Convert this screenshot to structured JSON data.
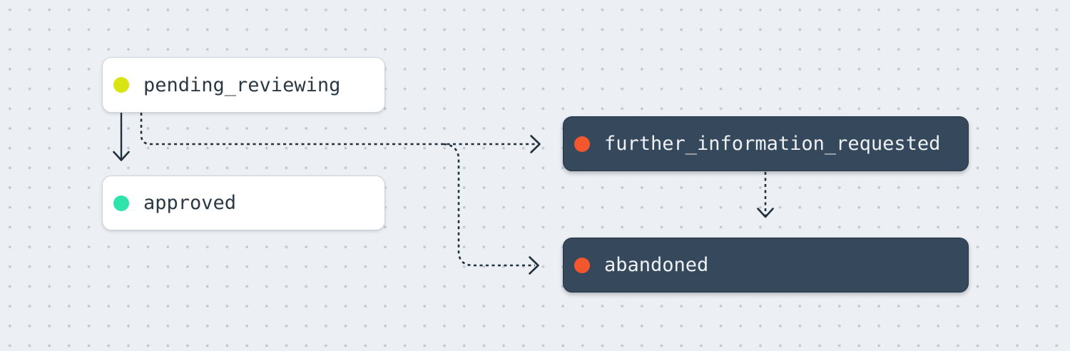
{
  "diagram": {
    "type": "state-flow",
    "canvas": {
      "background_color": "#eceff3",
      "grid_dot_color": "#c3c8d1",
      "edge_color": "#20303d"
    },
    "colors": {
      "node_light_bg": "#ffffff",
      "node_light_text": "#2b3945",
      "node_dark_bg": "#36485b",
      "node_dark_text": "#eef1f4"
    },
    "nodes": [
      {
        "id": "pending_reviewing",
        "label": "pending_reviewing",
        "variant": "light",
        "dot_color": "#d9e412"
      },
      {
        "id": "approved",
        "label": "approved",
        "variant": "light",
        "dot_color": "#2fe3ad"
      },
      {
        "id": "further_information_requested",
        "label": "further_information_requested",
        "variant": "dark",
        "dot_color": "#f4572e"
      },
      {
        "id": "abandoned",
        "label": "abandoned",
        "variant": "dark",
        "dot_color": "#f4572e"
      }
    ],
    "edges": [
      {
        "from": "pending_reviewing",
        "to": "approved",
        "style": "solid"
      },
      {
        "from": "pending_reviewing",
        "to": "further_information_requested",
        "style": "dashed"
      },
      {
        "from": "pending_reviewing",
        "to": "abandoned",
        "style": "dashed"
      },
      {
        "from": "further_information_requested",
        "to": "abandoned",
        "style": "dashed"
      }
    ]
  }
}
